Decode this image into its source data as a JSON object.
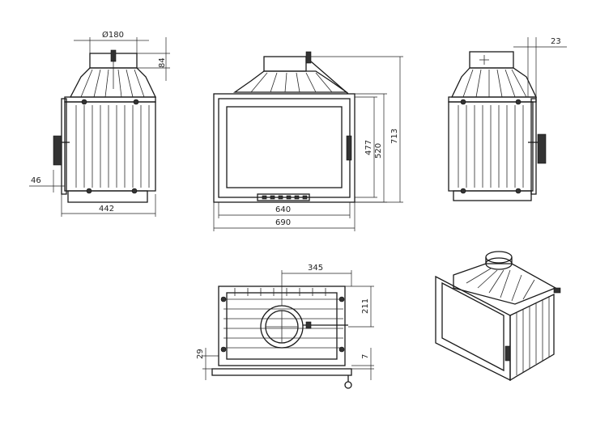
{
  "drawing": {
    "dimensions": {
      "flue_diameter": "Ø180",
      "collar_height": "84",
      "side_offset": "46",
      "depth": "442",
      "inner_width": "640",
      "total_width": "690",
      "door_height": "477",
      "front_height": "520",
      "total_height": "713",
      "collar_offset": "23",
      "flue_offset": "345",
      "flue_depth": "211",
      "bottom_offset": "29",
      "bottom_gap": "7"
    }
  },
  "colors": {
    "line": "#1a1a1a",
    "background": "#ffffff"
  }
}
